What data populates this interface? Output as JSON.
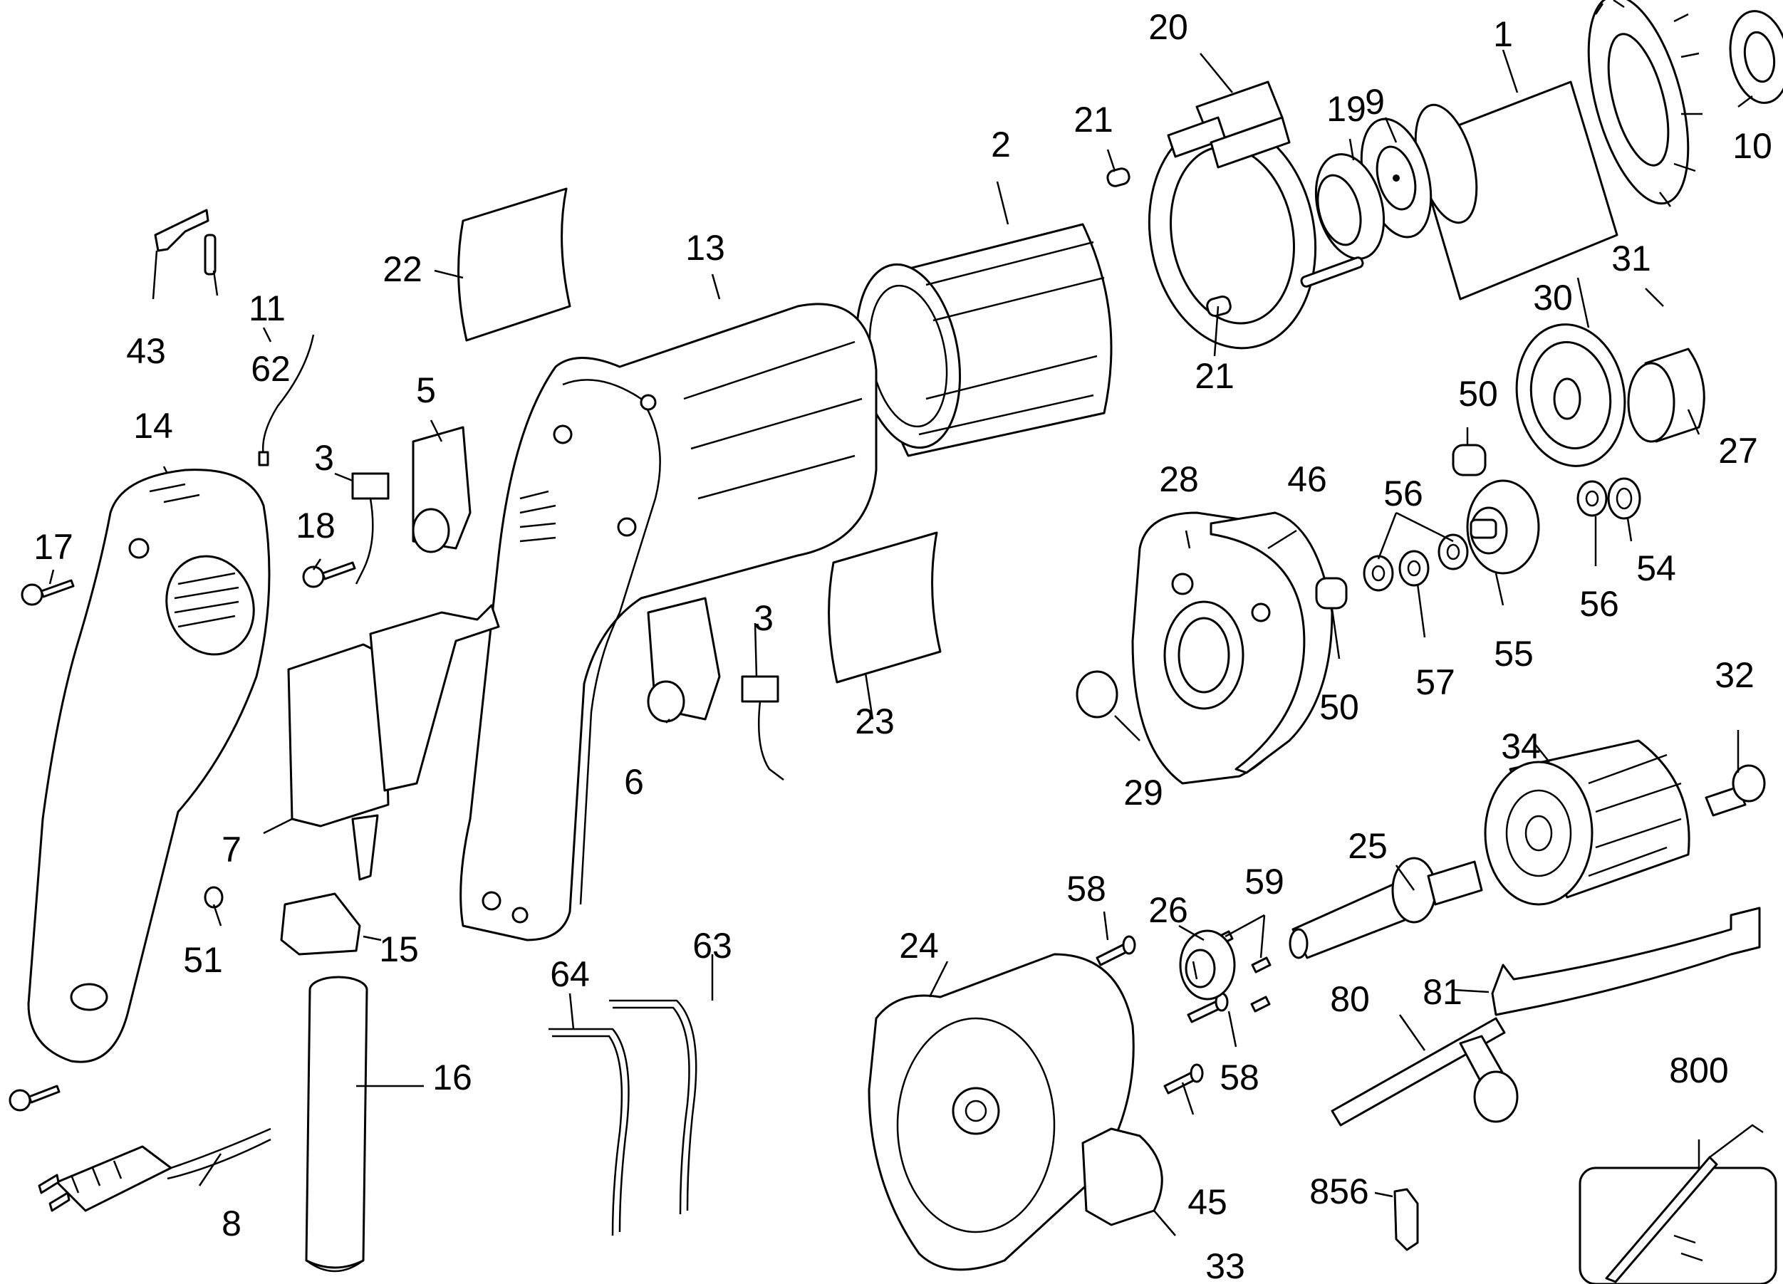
{
  "title": "Exploded parts diagram - corded electric drill",
  "parts": [
    {
      "id": "p1",
      "label": "1",
      "desc": "armature assembly with bevel gear"
    },
    {
      "id": "p2",
      "label": "2",
      "desc": "field housing"
    },
    {
      "id": "p3a",
      "label": "3",
      "desc": "brush"
    },
    {
      "id": "p3b",
      "label": "3",
      "desc": "brush"
    },
    {
      "id": "p5",
      "label": "5",
      "desc": "brush holder"
    },
    {
      "id": "p6",
      "label": "6",
      "desc": "brush holder"
    },
    {
      "id": "p7",
      "label": "7",
      "desc": "switch"
    },
    {
      "id": "p8",
      "label": "8",
      "desc": "power cord with plug"
    },
    {
      "id": "p9",
      "label": "9",
      "desc": "fan / baffle"
    },
    {
      "id": "p10",
      "label": "10",
      "desc": "bearing"
    },
    {
      "id": "p11",
      "label": "11",
      "desc": "terminal"
    },
    {
      "id": "p13",
      "label": "13",
      "desc": "motor housing"
    },
    {
      "id": "p14",
      "label": "14",
      "desc": "handle half"
    },
    {
      "id": "p15",
      "label": "15",
      "desc": "cord clamp"
    },
    {
      "id": "p16",
      "label": "16",
      "desc": "cord protector"
    },
    {
      "id": "p17",
      "label": "17",
      "desc": "screw"
    },
    {
      "id": "p18",
      "label": "18",
      "desc": "screw"
    },
    {
      "id": "p19",
      "label": "19",
      "desc": "bearing"
    },
    {
      "id": "p20",
      "label": "20",
      "desc": "brush ring assembly"
    },
    {
      "id": "p21a",
      "label": "21",
      "desc": "pin"
    },
    {
      "id": "p21b",
      "label": "21",
      "desc": "pin"
    },
    {
      "id": "p22",
      "label": "22",
      "desc": "label / nameplate"
    },
    {
      "id": "p23",
      "label": "23",
      "desc": "label / nameplate"
    },
    {
      "id": "p24",
      "label": "24",
      "desc": "gear case"
    },
    {
      "id": "p25",
      "label": "25",
      "desc": "spindle"
    },
    {
      "id": "p26",
      "label": "26",
      "desc": "bearing"
    },
    {
      "id": "p27",
      "label": "27",
      "desc": "sleeve"
    },
    {
      "id": "p28",
      "label": "28",
      "desc": "bearing plate"
    },
    {
      "id": "p29",
      "label": "29",
      "desc": "washer"
    },
    {
      "id": "p30",
      "label": "30",
      "desc": "gear"
    },
    {
      "id": "p31",
      "label": "31",
      "desc": "pin"
    },
    {
      "id": "p32",
      "label": "32",
      "desc": "shaft"
    },
    {
      "id": "p33",
      "label": "33",
      "desc": "cover"
    },
    {
      "id": "p34",
      "label": "34",
      "desc": "chuck"
    },
    {
      "id": "p43",
      "label": "43",
      "desc": "terminal"
    },
    {
      "id": "p45",
      "label": "45",
      "desc": "screw"
    },
    {
      "id": "p46",
      "label": "46",
      "desc": "baffle"
    },
    {
      "id": "p50a",
      "label": "50",
      "desc": "bearing"
    },
    {
      "id": "p50b",
      "label": "50",
      "desc": "bearing"
    },
    {
      "id": "p51",
      "label": "51",
      "desc": "spring"
    },
    {
      "id": "p54",
      "label": "54",
      "desc": "bearing"
    },
    {
      "id": "p55",
      "label": "55",
      "desc": "intermediate gear"
    },
    {
      "id": "p56a",
      "label": "56",
      "desc": "washer"
    },
    {
      "id": "p56b",
      "label": "56",
      "desc": "washer"
    },
    {
      "id": "p57",
      "label": "57",
      "desc": "retaining ring"
    },
    {
      "id": "p58a",
      "label": "58",
      "desc": "screw"
    },
    {
      "id": "p58b",
      "label": "58",
      "desc": "screw"
    },
    {
      "id": "p59",
      "label": "59",
      "desc": "screws"
    },
    {
      "id": "p62",
      "label": "62",
      "desc": "lead wire"
    },
    {
      "id": "p63",
      "label": "63",
      "desc": "lead wire"
    },
    {
      "id": "p64",
      "label": "64",
      "desc": "lead wire"
    },
    {
      "id": "p80",
      "label": "80",
      "desc": "chuck key"
    },
    {
      "id": "p81",
      "label": "81",
      "desc": "chuck key holder"
    },
    {
      "id": "p800",
      "label": "800",
      "desc": "side handle assembly"
    },
    {
      "id": "p856",
      "label": "856",
      "desc": "clip"
    }
  ]
}
